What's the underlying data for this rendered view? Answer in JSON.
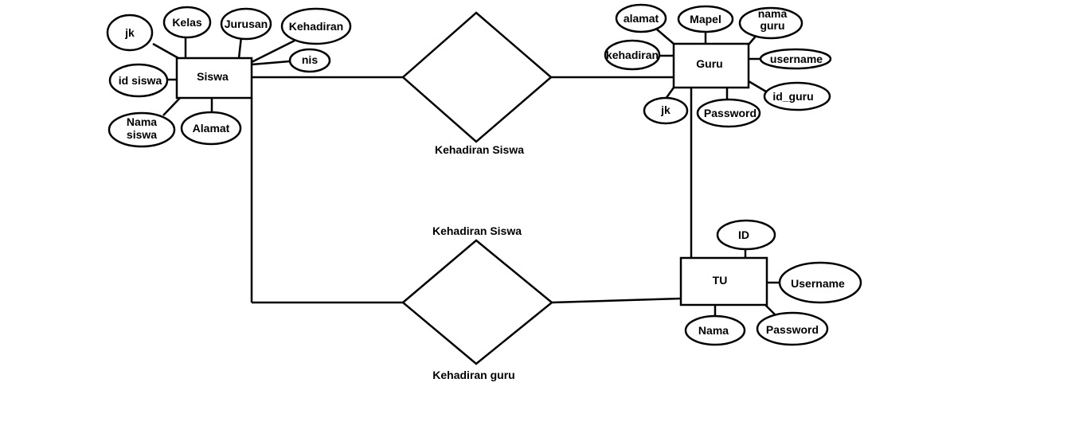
{
  "entities": {
    "siswa": {
      "name": "Siswa"
    },
    "guru": {
      "name": "Guru"
    },
    "tu": {
      "name": "TU"
    }
  },
  "attributes": {
    "siswa": [
      "jk",
      "Kelas",
      "Jurusan",
      "Kehadiran",
      "nis",
      "id siswa",
      "Nama siswa",
      "Alamat"
    ],
    "guru": [
      "alamat",
      "Mapel",
      "nama guru",
      "kehadiran",
      "username",
      "id_guru",
      "jk",
      "Password"
    ],
    "tu": [
      "ID",
      "Username",
      "Nama",
      "Password"
    ]
  },
  "relationships": {
    "top": {
      "label": "Kehadiran Siswa"
    },
    "bottom": {
      "label_above": "Kehadiran Siswa",
      "label_below": "Kehadiran guru"
    }
  }
}
